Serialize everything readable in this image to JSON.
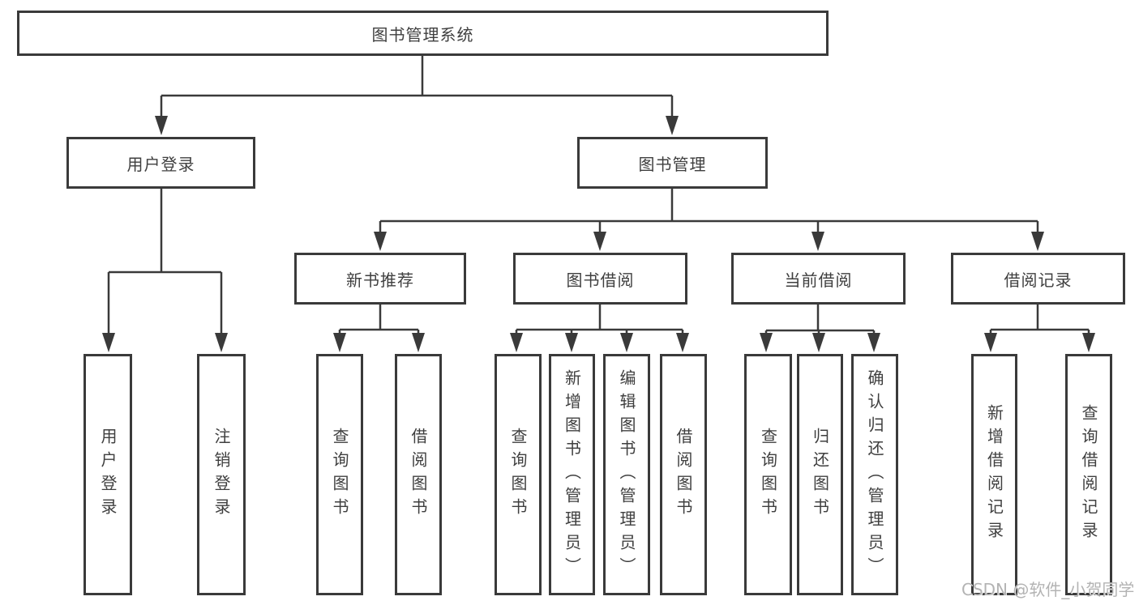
{
  "diagram": {
    "title": "图书管理系统",
    "root": {
      "label": "图书管理系统",
      "children": [
        {
          "label": "用户登录",
          "children": [
            {
              "label": "用户登录"
            },
            {
              "label": "注销登录"
            }
          ]
        },
        {
          "label": "图书管理",
          "children": [
            {
              "label": "新书推荐",
              "children": [
                {
                  "label": "查询图书"
                },
                {
                  "label": "借阅图书"
                }
              ]
            },
            {
              "label": "图书借阅",
              "children": [
                {
                  "label": "查询图书"
                },
                {
                  "label": "新增图书（管理员）"
                },
                {
                  "label": "编辑图书（管理员）"
                },
                {
                  "label": "借阅图书"
                }
              ]
            },
            {
              "label": "当前借阅",
              "children": [
                {
                  "label": "查询图书"
                },
                {
                  "label": "归还图书"
                },
                {
                  "label": "确认归还（管理员）"
                }
              ]
            },
            {
              "label": "借阅记录",
              "children": [
                {
                  "label": "新增借阅记录"
                },
                {
                  "label": "查询借阅记录"
                }
              ]
            }
          ]
        }
      ]
    }
  },
  "watermark": {
    "text": "CSDN @软件_小贺同学"
  },
  "colors": {
    "line": "#3a3a3a",
    "text": "#3f3f3f",
    "watermark": "#b3b3b3",
    "background": "#ffffff"
  }
}
